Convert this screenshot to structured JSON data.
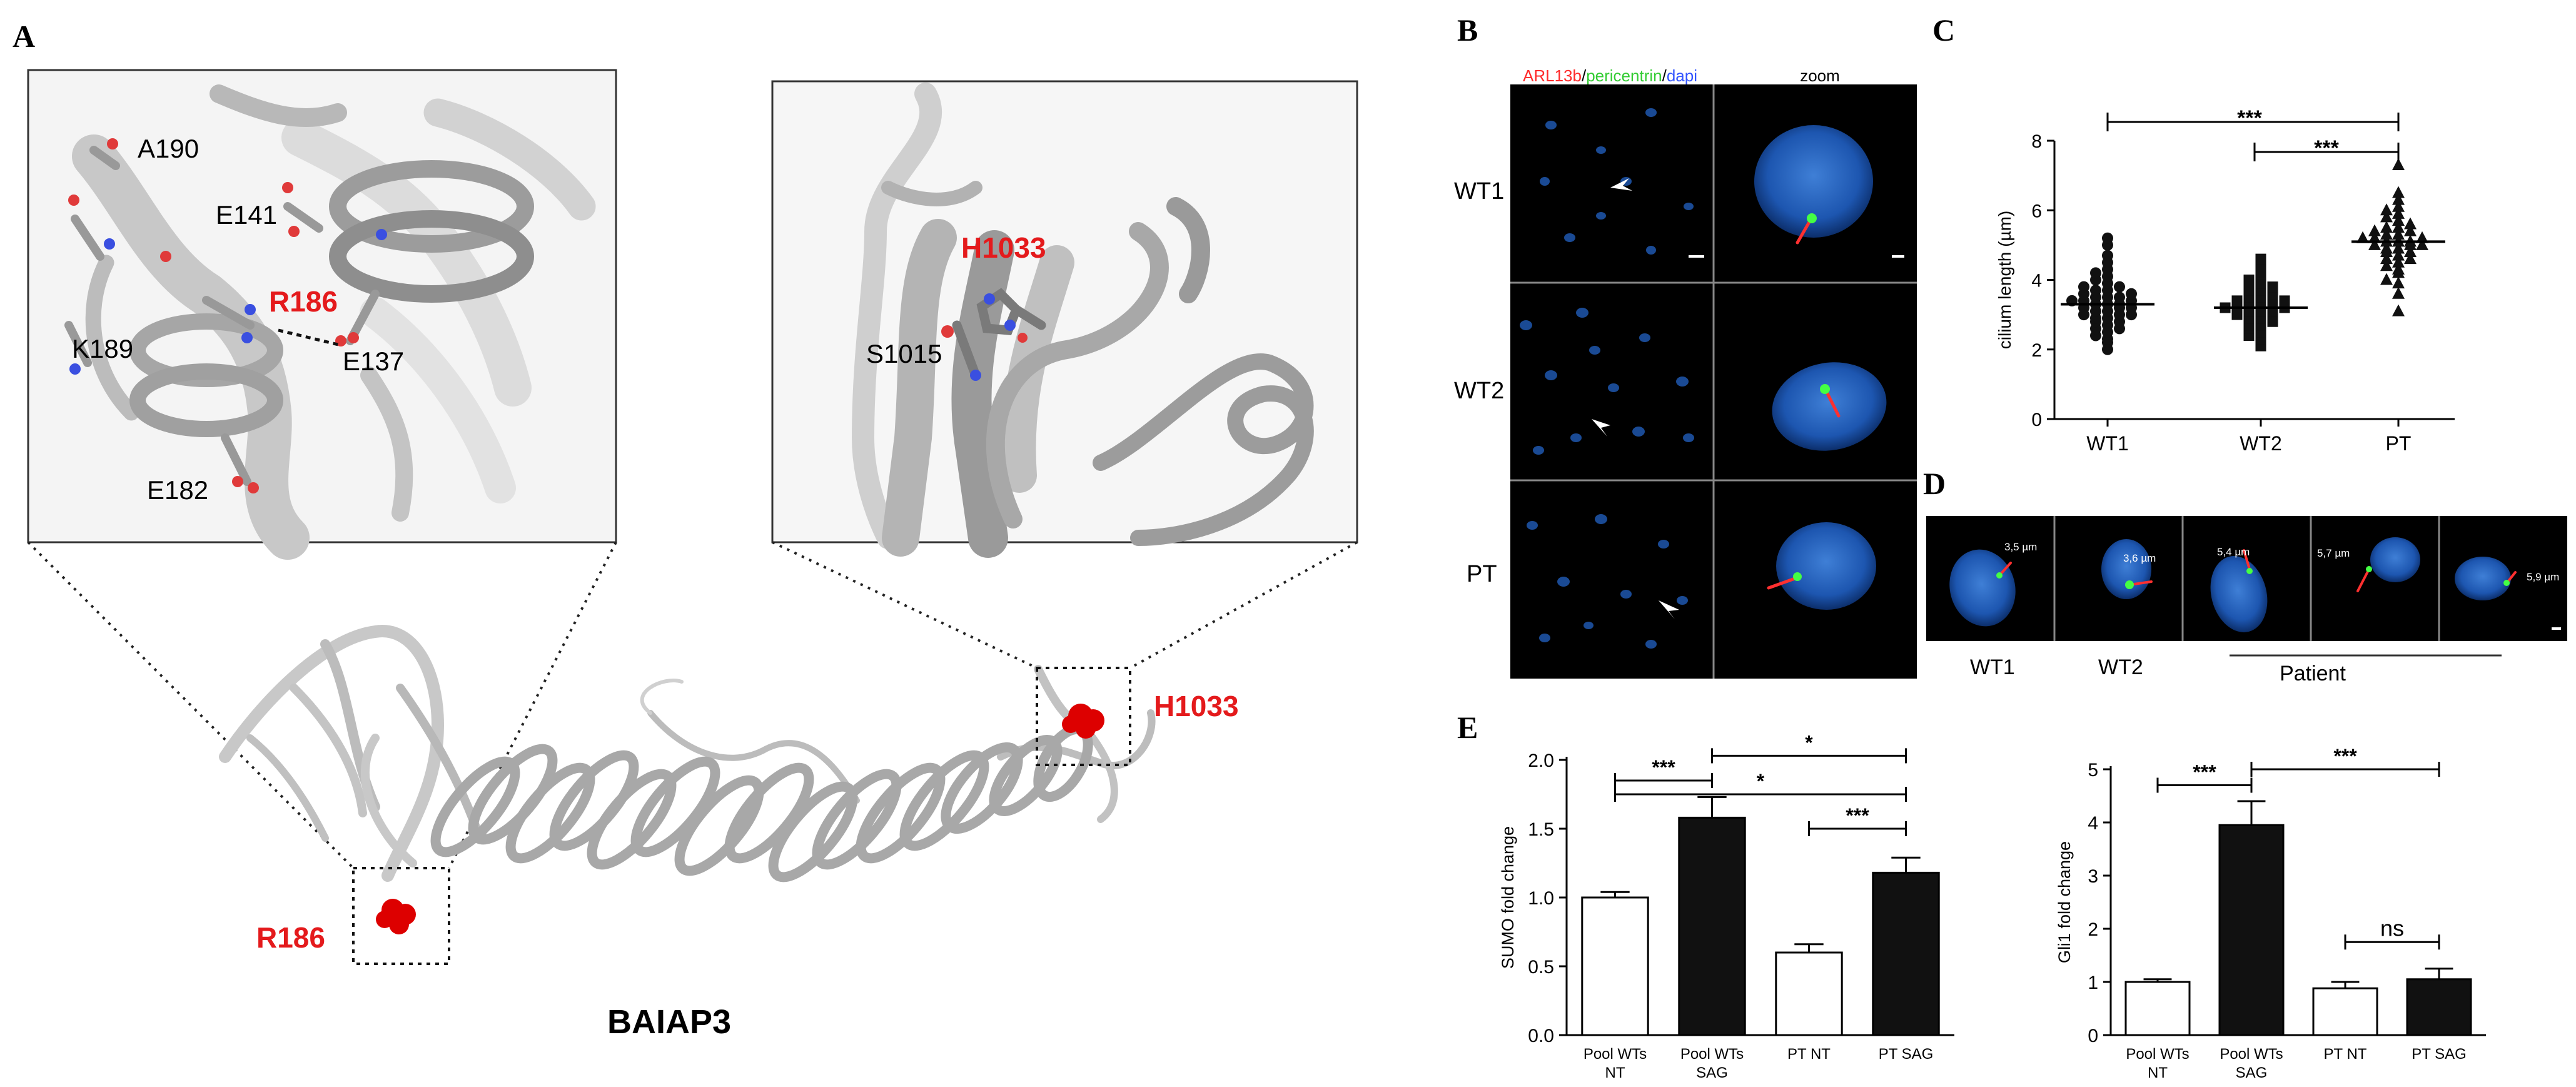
{
  "panels": {
    "A": {
      "letter": "A",
      "inset_left_labels": {
        "a190": "A190",
        "e141": "E141",
        "r186": "R186",
        "k189": "K189",
        "e137": "E137",
        "e182": "E182"
      },
      "inset_right_labels": {
        "h1033": "H1033",
        "s1015": "S1015"
      },
      "site_left": "R186",
      "site_right": "H1033",
      "protein_name": "BAIAP3"
    },
    "B": {
      "letter": "B",
      "header_stain": {
        "part1": "ARL13b",
        "sep1": "/",
        "part2": "pericentrin",
        "sep2": "/",
        "part3": "dapi"
      },
      "header_zoom": "zoom",
      "rows": [
        "WT1",
        "WT2",
        "PT"
      ]
    },
    "C": {
      "letter": "C",
      "sig": [
        "***",
        "***"
      ]
    },
    "D": {
      "letter": "D",
      "measurements": [
        "3,5 µm",
        "3,6 µm",
        "5,4 µm",
        "5,7 µm",
        "5,9 µm"
      ],
      "labels": [
        "WT1",
        "WT2",
        "Patient"
      ]
    },
    "E": {
      "letter": "E",
      "left_sig": [
        "***",
        "*",
        "*",
        "***"
      ],
      "right_sig": [
        "***",
        "***",
        "ns"
      ]
    }
  },
  "colors": {
    "red_label": "#e41a1c",
    "stain_red": "#ff2a2a",
    "stain_green": "#33cc33",
    "stain_blue": "#3355ff",
    "nucleus_blue": "#1f5fbf",
    "cilium": "#ff3030",
    "bar_filled": "#111111"
  },
  "chart_data": [
    {
      "type": "scatter",
      "panel": "C",
      "categories": [
        "WT1",
        "WT2",
        "PT"
      ],
      "ylabel": "cilium length (µm)",
      "ylim": [
        0,
        8
      ],
      "yticks": [
        0,
        2,
        4,
        6,
        8
      ],
      "means": [
        3.3,
        3.2,
        5.1
      ],
      "markers": [
        "circle",
        "square",
        "triangle"
      ],
      "points": [
        [
          2.0,
          2.2,
          2.3,
          2.4,
          2.5,
          2.6,
          2.6,
          2.7,
          2.8,
          2.8,
          2.9,
          2.9,
          3.0,
          3.0,
          3.0,
          3.1,
          3.1,
          3.2,
          3.2,
          3.2,
          3.3,
          3.3,
          3.3,
          3.4,
          3.4,
          3.4,
          3.5,
          3.5,
          3.5,
          3.6,
          3.6,
          3.7,
          3.7,
          3.8,
          3.8,
          3.9,
          4.0,
          4.1,
          4.2,
          4.3,
          4.5,
          4.7,
          5.0,
          5.2
        ],
        [
          2.1,
          2.3,
          2.4,
          2.5,
          2.6,
          2.7,
          2.7,
          2.8,
          2.9,
          2.9,
          3.0,
          3.0,
          3.1,
          3.1,
          3.1,
          3.2,
          3.2,
          3.2,
          3.3,
          3.3,
          3.3,
          3.4,
          3.4,
          3.5,
          3.5,
          3.6,
          3.7,
          3.7,
          3.8,
          3.9,
          4.0,
          4.2,
          4.4,
          4.6
        ],
        [
          3.1,
          3.6,
          3.9,
          4.0,
          4.2,
          4.3,
          4.4,
          4.5,
          4.6,
          4.6,
          4.7,
          4.8,
          4.8,
          4.9,
          4.9,
          5.0,
          5.0,
          5.0,
          5.1,
          5.1,
          5.1,
          5.2,
          5.2,
          5.2,
          5.3,
          5.3,
          5.4,
          5.4,
          5.5,
          5.5,
          5.6,
          5.7,
          5.8,
          5.9,
          6.0,
          6.1,
          6.3,
          6.5,
          7.3
        ]
      ]
    },
    {
      "type": "bar",
      "panel": "E-left",
      "categories": [
        "Pool WTs NT",
        "Pool WTs SAG",
        "PT NT",
        "PT SAG"
      ],
      "values": [
        1.0,
        1.58,
        0.6,
        1.18
      ],
      "errors": [
        0.04,
        0.15,
        0.06,
        0.11
      ],
      "filled": [
        false,
        true,
        false,
        true
      ],
      "ylabel": "SUMO fold change",
      "ylim": [
        0,
        2.0
      ],
      "yticks": [
        "0.0",
        "0.5",
        "1.0",
        "1.5",
        "2.0"
      ]
    },
    {
      "type": "bar",
      "panel": "E-right",
      "categories": [
        "Pool WTs NT",
        "Pool WTs SAG",
        "PT NT",
        "PT SAG"
      ],
      "values": [
        1.0,
        3.95,
        0.88,
        1.05
      ],
      "errors": [
        0.05,
        0.45,
        0.12,
        0.2
      ],
      "filled": [
        false,
        true,
        false,
        true
      ],
      "ylabel": "Gli1 fold change",
      "ylim": [
        0,
        5
      ],
      "yticks": [
        "0",
        "1",
        "2",
        "3",
        "4",
        "5"
      ]
    }
  ]
}
